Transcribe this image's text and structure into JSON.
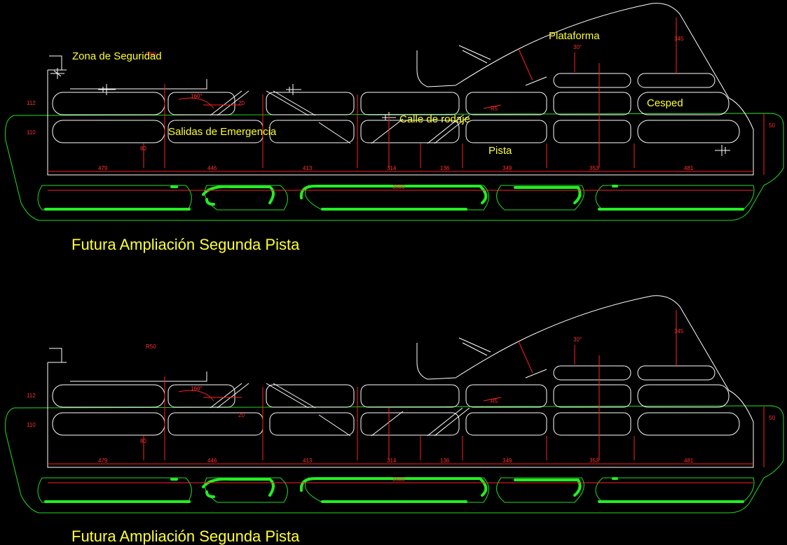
{
  "drawing": {
    "top_labels": {
      "zona_seguridad": "Zona de Seguridad",
      "plataforma": "Plataforma",
      "cesped": "Cesped",
      "calle_rodaje": "Calle de rodaje",
      "salidas_emergencia": "Salidas de Emergencia",
      "pista": "Pista"
    },
    "titles": {
      "top": "Futura Ampliación Segunda Pista",
      "bottom": "Futura Ampliación Segunda Pista"
    },
    "dimensions": [
      "479",
      "446",
      "413",
      "314",
      "136",
      "349",
      "353",
      "481",
      "3500",
      "345",
      "R50",
      "112",
      "110",
      "50",
      "80",
      "160°",
      "R5",
      "30°",
      "20"
    ],
    "colors": {
      "background": "#000000",
      "outline": "#ffffff",
      "dimension": "#ff2020",
      "label": "#ffff33",
      "perimeter": "#22dd22"
    }
  }
}
